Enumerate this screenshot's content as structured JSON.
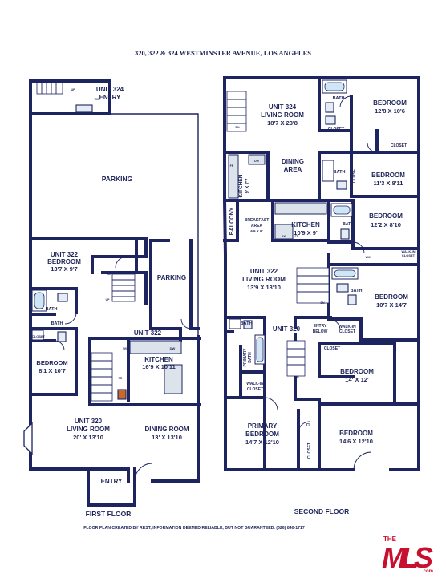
{
  "header": {
    "title": "320, 322 & 324 WESTMINSTER AVENUE, LOS ANGELES"
  },
  "floors": {
    "first_label": "FIRST FLOOR",
    "second_label": "SECOND FLOOR"
  },
  "first_floor_rooms": [
    {
      "id": "ff-unit324-entry",
      "name": "UNIT 324",
      "line2": "ENTRY",
      "dims": ""
    },
    {
      "id": "ff-parking-top",
      "name": "PARKING",
      "dims": ""
    },
    {
      "id": "ff-unit322-bedroom",
      "name": "UNIT 322",
      "line2": "BEDROOM",
      "dims": "13'7 X 9'7"
    },
    {
      "id": "ff-parking-right",
      "name": "PARKING",
      "dims": ""
    },
    {
      "id": "ff-bath-1",
      "name": "BATH",
      "dims": ""
    },
    {
      "id": "ff-bath-2",
      "name": "BATH",
      "dims": ""
    },
    {
      "id": "ff-closet",
      "name": "CLOSET",
      "dims": ""
    },
    {
      "id": "ff-bedroom",
      "name": "BEDROOM",
      "dims": "8'1 X 10'7"
    },
    {
      "id": "ff-unit322-label",
      "name": "UNIT 322",
      "dims": ""
    },
    {
      "id": "ff-kitchen",
      "name": "KITCHEN",
      "dims": "16'9 X 10'11"
    },
    {
      "id": "ff-living",
      "name": "UNIT 320",
      "line2": "LIVING ROOM",
      "dims": "20' X 13'10"
    },
    {
      "id": "ff-dining",
      "name": "DINING ROOM",
      "dims": "13' X 13'10"
    },
    {
      "id": "ff-entry",
      "name": "ENTRY",
      "dims": ""
    }
  ],
  "second_floor_rooms": [
    {
      "id": "sf-unit324-living",
      "name": "UNIT 324",
      "line2": "LIVING ROOM",
      "dims": "18'7 X 23'8"
    },
    {
      "id": "sf-bath-top",
      "name": "BATH",
      "dims": ""
    },
    {
      "id": "sf-bedroom-1",
      "name": "BEDROOM",
      "dims": "12'8 X 10'6"
    },
    {
      "id": "sf-closet-1",
      "name": "CLOSET",
      "dims": ""
    },
    {
      "id": "sf-closet-2",
      "name": "CLOSET",
      "dims": ""
    },
    {
      "id": "sf-dining-area",
      "name": "DINING",
      "line2": "AREA",
      "dims": ""
    },
    {
      "id": "sf-kitchen-small",
      "name": "KITCHEN",
      "dims": "9' X 7'7"
    },
    {
      "id": "sf-bath-2",
      "name": "BATH",
      "dims": ""
    },
    {
      "id": "sf-closet-3",
      "name": "CLOSET",
      "dims": ""
    },
    {
      "id": "sf-bedroom-2",
      "name": "BEDROOM",
      "dims": "11'3 X 8'11"
    },
    {
      "id": "sf-balcony",
      "name": "BALCONY",
      "dims": ""
    },
    {
      "id": "sf-breakfast",
      "name": "BREAKFAST",
      "line2": "AREA",
      "dims": "6'9 X 9'"
    },
    {
      "id": "sf-kitchen",
      "name": "KITCHEN",
      "dims": "10'9 X 9'"
    },
    {
      "id": "sf-bath-3",
      "name": "BATH",
      "dims": ""
    },
    {
      "id": "sf-bedroom-3",
      "name": "BEDROOM",
      "dims": "12'2 X 8'10"
    },
    {
      "id": "sf-walkin-1",
      "name": "WALK-IN",
      "line2": "CLOSET",
      "dims": ""
    },
    {
      "id": "sf-unit322-living",
      "name": "UNIT 322",
      "line2": "LIVING ROOM",
      "dims": "13'9 X 13'10"
    },
    {
      "id": "sf-bath-4",
      "name": "BATH",
      "dims": ""
    },
    {
      "id": "sf-bedroom-4",
      "name": "BEDROOM",
      "dims": "10'7 X 14'7"
    },
    {
      "id": "sf-walkin-2",
      "name": "WALK-IN",
      "line2": "CLOSET",
      "dims": ""
    },
    {
      "id": "sf-bath-5",
      "name": "BATH",
      "dims": ""
    },
    {
      "id": "sf-unit320",
      "name": "UNIT 320",
      "dims": ""
    },
    {
      "id": "sf-entry-below",
      "name": "ENTRY",
      "line2": "BELOW",
      "dims": ""
    },
    {
      "id": "sf-primary-bath",
      "name": "PRIMARY",
      "line2": "BATH",
      "dims": ""
    },
    {
      "id": "sf-closet-4",
      "name": "CLOSET",
      "dims": ""
    },
    {
      "id": "sf-walkin-3",
      "name": "WALK-IN",
      "line2": "CLOSET",
      "dims": ""
    },
    {
      "id": "sf-bedroom-5",
      "name": "BEDROOM",
      "dims": "14' X 12'"
    },
    {
      "id": "sf-cl",
      "name": "CL",
      "dims": ""
    },
    {
      "id": "sf-primary-bedroom",
      "name": "PRIMARY",
      "line2": "BEDROOM",
      "dims": "14'7 X 12'10"
    },
    {
      "id": "sf-bedroom-6",
      "name": "BEDROOM",
      "dims": "14'6 X 12'10"
    },
    {
      "id": "sf-closet-5",
      "name": "CLOSET",
      "dims": ""
    }
  ],
  "fixtures": {
    "up": "UP",
    "dn": "DN",
    "fr": "FR",
    "dw": "DW",
    "wd": "W/D",
    "cl": "CL",
    "wh": "W/H"
  },
  "footer": {
    "disclaimer": "FLOOR PLAN CREATED BY REST, INFORMATION DEEMED RELIABLE, BUT NOT GUARANTEED. (626) 840-1717",
    "logo_text": "MLS",
    "logo_prefix": "THE",
    "logo_suffix": ".com"
  },
  "colors": {
    "ink": "#1d2460",
    "logo_red": "#c8102e",
    "fixture_blue": "#cfe6f6"
  }
}
